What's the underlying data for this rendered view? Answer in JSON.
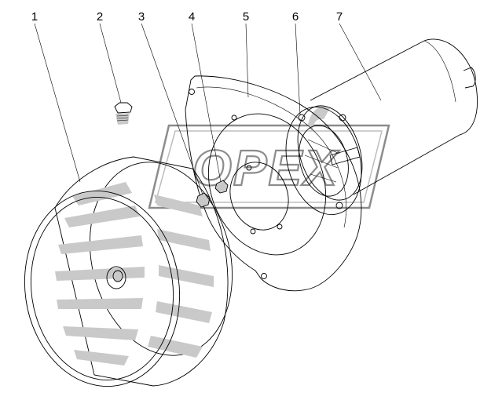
{
  "callouts": [
    {
      "id": "1",
      "label": "1"
    },
    {
      "id": "2",
      "label": "2"
    },
    {
      "id": "3",
      "label": "3"
    },
    {
      "id": "4",
      "label": "4"
    },
    {
      "id": "5",
      "label": "5"
    },
    {
      "id": "6",
      "label": "6"
    },
    {
      "id": "7",
      "label": "7"
    }
  ],
  "watermark": {
    "text": "OPEX"
  },
  "colors": {
    "line": "#000000",
    "shade": "#c9c9c9",
    "watermark": "#8c8c8c"
  }
}
